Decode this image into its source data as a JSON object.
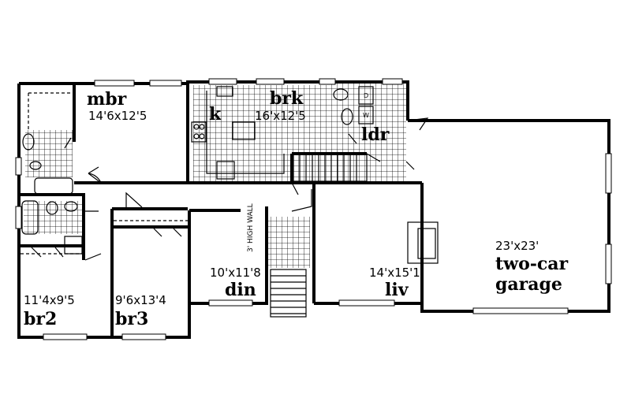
{
  "rooms": {
    "mbr": {
      "name": "mbr",
      "dims": "14'6x12'5"
    },
    "brk": {
      "name": "brk",
      "dims": "16'x12'5"
    },
    "kitchen": {
      "name": "k"
    },
    "ldr": {
      "name": "ldr"
    },
    "din": {
      "name": "din",
      "dims": "10'x11'8"
    },
    "liv": {
      "name": "liv",
      "dims": "14'x15'1"
    },
    "br2": {
      "name": "br2",
      "dims": "11'4x9'5"
    },
    "br3": {
      "name": "br3",
      "dims": "9'6x13'4"
    },
    "garage": {
      "name1": "two-car",
      "name2": "garage",
      "dims": "23'x23'"
    }
  },
  "notes": {
    "wall_note": "3' HIGH WALL"
  },
  "appliances": {
    "dryer": "D",
    "washer": "W"
  },
  "colors": {
    "line": "#000000",
    "background": "#ffffff"
  }
}
